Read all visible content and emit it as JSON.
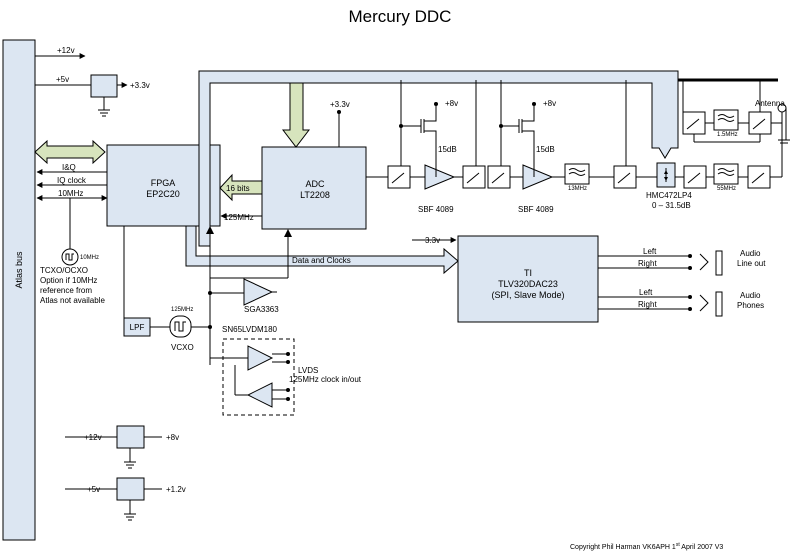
{
  "title": "Mercury  DDC",
  "atlas_bus": "Atlas bus",
  "fpga": {
    "line1": "FPGA",
    "line2": "EP2C20"
  },
  "adc": {
    "line1": "ADC",
    "line2": "LT2208"
  },
  "tlv": {
    "line1": "TI",
    "line2": "TLV320DAC23",
    "line3": "(SPI, Slave Mode)"
  },
  "bits16": "16 bits",
  "clk125": "125MHz",
  "data_clocks": "Data and Clocks",
  "left_signals": [
    "I&Q",
    "IQ clock",
    "10MHz"
  ],
  "top_rails": [
    "+12v",
    "+5v",
    "+3.3v"
  ],
  "adc_supply": "+3.3v",
  "tlv_supply": "3.3v",
  "amp1": {
    "gain": "15dB",
    "label": "SBF 4089",
    "supply": "+8v"
  },
  "amp2": {
    "gain": "15dB",
    "label": "SBF 4089",
    "supply": "+8v"
  },
  "lpf13": "13MHz",
  "hmc": {
    "line1": "HMC472LP4",
    "line2": "0 – 31.5dB"
  },
  "lpf55": "55MHz",
  "lpf15": "1.5MHz",
  "antenna": "Antenna",
  "tcxo": {
    "line1": "TCXO/OCXO",
    "line2": "Option if 10MHz",
    "line3": "reference from",
    "line4": "Atlas not available",
    "freq": "10MHz"
  },
  "lpf_box": "LPF",
  "vcxo": {
    "label": "VCXO",
    "freq": "125MHz"
  },
  "sga": "SGA3363",
  "lvds": {
    "chip": "SN65LVDM180",
    "line1": "LVDS",
    "line2": "125MHz clock in/out"
  },
  "audio1": {
    "left": "Left",
    "right": "Right",
    "line1": "Audio",
    "line2": "Line out"
  },
  "audio2": {
    "left": "Left",
    "right": "Right",
    "line1": "Audio",
    "line2": "Phones"
  },
  "reg1": {
    "in": "+12v",
    "out": "+8v"
  },
  "reg2": {
    "in": "+5v",
    "out": "+1.2v"
  },
  "copyright": {
    "pre": "Copyright Phil Harman VK6APH 1",
    "sup": "st",
    "post": " April  2007 V3"
  }
}
